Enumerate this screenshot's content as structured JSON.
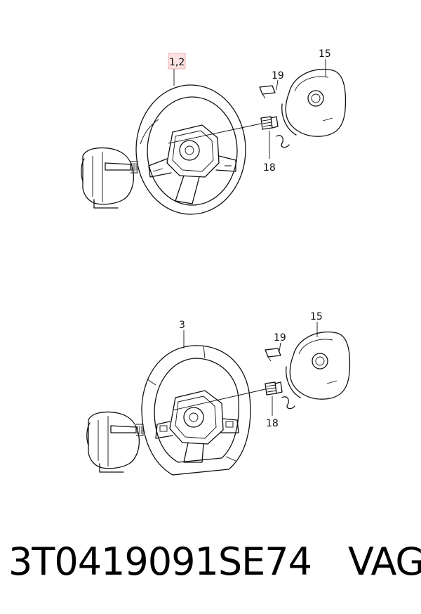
{
  "callouts": {
    "top": {
      "wheel": "1,2",
      "airbag": "15",
      "connector": "19",
      "bolt": "18"
    },
    "bottom": {
      "wheel": "3",
      "airbag": "15",
      "connector": "19",
      "bolt": "18"
    }
  },
  "footer": {
    "part_number": "3T0419091SE74",
    "brand": "VAG"
  }
}
